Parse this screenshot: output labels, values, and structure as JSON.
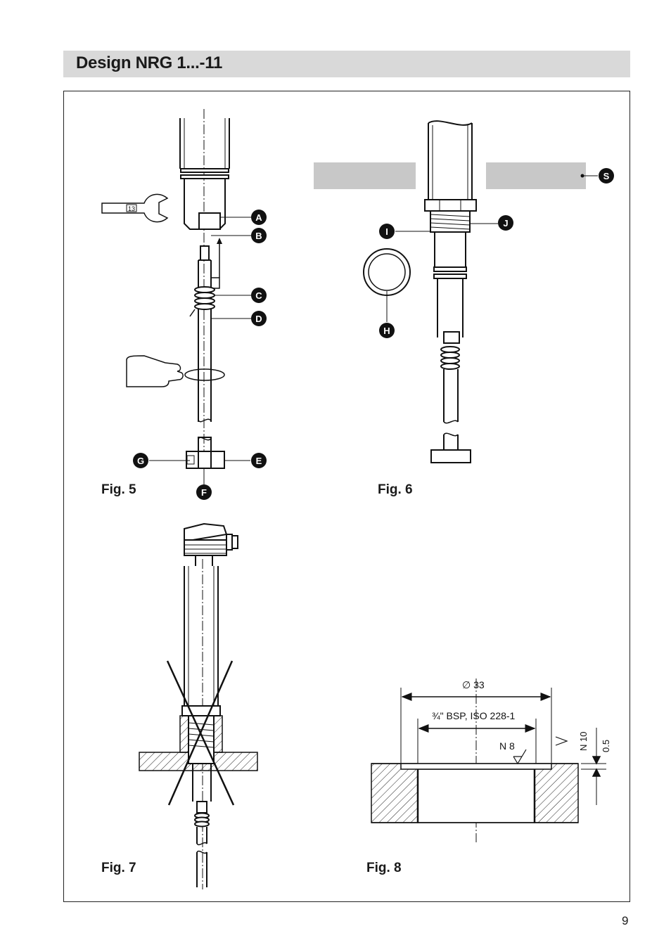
{
  "header": {
    "title": "Design NRG 1...-11"
  },
  "figures": [
    {
      "id": "fig5",
      "caption": "Fig. 5"
    },
    {
      "id": "fig6",
      "caption": "Fig. 6"
    },
    {
      "id": "fig7",
      "caption": "Fig. 7"
    },
    {
      "id": "fig8",
      "caption": "Fig. 8"
    }
  ],
  "fig5": {
    "wrench_size": "13",
    "callouts": {
      "a": "A",
      "b": "B",
      "c": "C",
      "d": "D",
      "e": "E",
      "f": "F",
      "g": "G"
    }
  },
  "fig6": {
    "callouts": {
      "s": "S",
      "i": "I",
      "j": "J",
      "h": "H"
    }
  },
  "fig8": {
    "dim_diameter": "∅  33",
    "dim_thread": "¾\" BSP, ISO 228-1",
    "surface_n8": "N 8",
    "surface_n10": "N 10",
    "dim_depth": "0.5"
  },
  "page": {
    "number": "9"
  }
}
